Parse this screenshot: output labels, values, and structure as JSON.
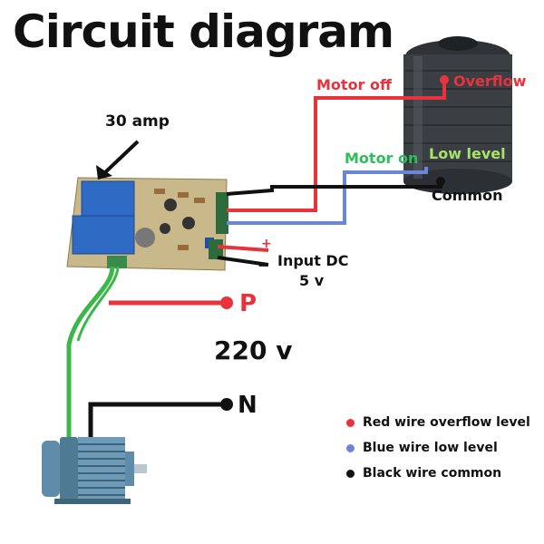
{
  "title": "Circuit diagram",
  "relay_label": "30 amp",
  "tank": {
    "motor_off": "Motor off",
    "overflow": "Overflow",
    "motor_on": "Motor on",
    "low_level": "Low level",
    "common": "Common"
  },
  "input": {
    "plus": "+",
    "minus": "−",
    "line1": "Input DC",
    "line2": "5 v"
  },
  "mains": {
    "p": "P",
    "n": "N",
    "voltage": "220 v"
  },
  "legend": [
    {
      "label": "Red wire overflow level",
      "color": "#e8323c"
    },
    {
      "label": "Blue wire low level",
      "color": "#6a86d6"
    },
    {
      "label": "Black wire common",
      "color": "#111111"
    }
  ],
  "colors": {
    "red_wire": "#e8323c",
    "blue_wire": "#6a86d6",
    "black_wire": "#111111",
    "green_wire": "#3cb84a",
    "board": "#c9b98a",
    "tank": "#3b3f44",
    "motor": "#5f8ca8"
  }
}
